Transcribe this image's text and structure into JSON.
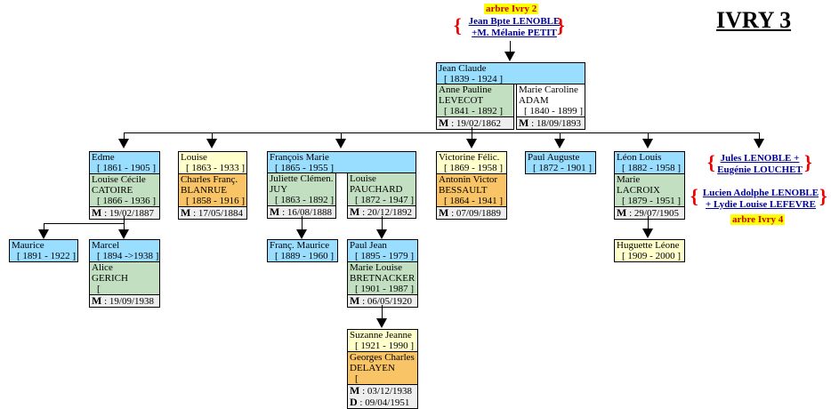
{
  "title": "IVRY 3",
  "top": {
    "tag": "arbre Ivry 2",
    "line1": "Jean Bpte LENOBLE",
    "line2": "+M. Mélanie PETIT"
  },
  "right": {
    "link1_line1": "Jules LENOBLE +",
    "link1_line2": "Eugénie LOUCHET",
    "link2_line1": "Lucien Adolphe LENOBLE",
    "link2_line2": "+ Lydie Louise LEFEVRE",
    "tag": "arbre Ivry 4"
  },
  "m_label": "M",
  "d_label": "D",
  "sep": " : ",
  "colors": {
    "male": "#99ddff",
    "female": "#ffffcc",
    "spouse_f": "#c2dfc2",
    "spouse_m": "#f8c465",
    "marriage": "#eeeeee"
  },
  "jean_claude": {
    "name": "Jean Claude",
    "dates": "[ 1839 - 1924 ]",
    "spouse1": {
      "first": "Anne Pauline",
      "last": "LEVECOT",
      "dates": "[ 1841 - 1892 ]",
      "m": "19/02/1862"
    },
    "spouse2": {
      "first": "Marie Caroline",
      "last": "ADAM",
      "dates": "[ 1840 - 1899 ]",
      "m": "18/09/1893"
    }
  },
  "edme": {
    "name": "Edme",
    "dates": "[ 1861 - 1905 ]",
    "spouse": {
      "first": "Louise Cécile",
      "last": "CATOIRE",
      "dates": "[ 1866 - 1936 ]",
      "m": "19/02/1887"
    }
  },
  "louise": {
    "name": "Louise",
    "dates": "[ 1863 - 1933 ]",
    "spouse": {
      "first": "Charles Franç.",
      "last": "BLANRUE",
      "dates": "[ 1858 - 1916 ]",
      "m": "17/05/1884"
    }
  },
  "francois": {
    "name": "François Marie",
    "dates": "[ 1865 - 1955 ]",
    "spouse1": {
      "first": "Juliette Clémen.",
      "last": "JUY",
      "dates": "[ 1863 - 1892 ]",
      "m": "16/08/1888"
    },
    "spouse2": {
      "first": "Louise",
      "last": "PAUCHARD",
      "dates": "[ 1872 - 1947 ]",
      "m": "20/12/1892"
    }
  },
  "victorine": {
    "name": "Victorine Félic.",
    "dates": "[ 1869 - 1958 ]",
    "spouse": {
      "first": "Antonin Victor",
      "last": "BESSAULT",
      "dates": "[ 1864 - 1941 ]",
      "m": "07/09/1889"
    }
  },
  "paul_auguste": {
    "name": "Paul Auguste",
    "dates": "[ 1872 - 1901 ]"
  },
  "leon": {
    "name": "Léon Louis",
    "dates": "[ 1882 - 1958 ]",
    "spouse": {
      "first": "Marie",
      "last": "LACROIX",
      "dates": "[ 1879 - 1951 ]",
      "m": "29/07/1905"
    }
  },
  "maurice": {
    "name": "Maurice",
    "dates": "[ 1891 - 1922 ]"
  },
  "marcel": {
    "name": "Marcel",
    "dates": "[ 1894 ->1938 ]",
    "spouse": {
      "first": "Alice",
      "last": "GERICH",
      "dates": "[",
      "m": "19/09/1938"
    }
  },
  "franc_maurice": {
    "name": "Franç. Maurice",
    "dates": "[ 1889 - 1960 ]"
  },
  "paul_jean": {
    "name": "Paul Jean",
    "dates": "[ 1895 - 1979 ]",
    "spouse": {
      "first": "Marie Louise",
      "last": "BRETNACKER",
      "dates": "[ 1901 - 1987 ]",
      "m": "06/05/1920"
    }
  },
  "huguette": {
    "name": "Huguette Léone",
    "dates": "[ 1909 - 2000 ]"
  },
  "suzanne": {
    "name": "Suzanne Jeanne",
    "dates": "[ 1921 - 1990 ]",
    "spouse": {
      "first": "Georges Charles",
      "last": "DELAYEN",
      "dates": "[",
      "m": "03/12/1938",
      "d": "09/04/1951"
    }
  }
}
